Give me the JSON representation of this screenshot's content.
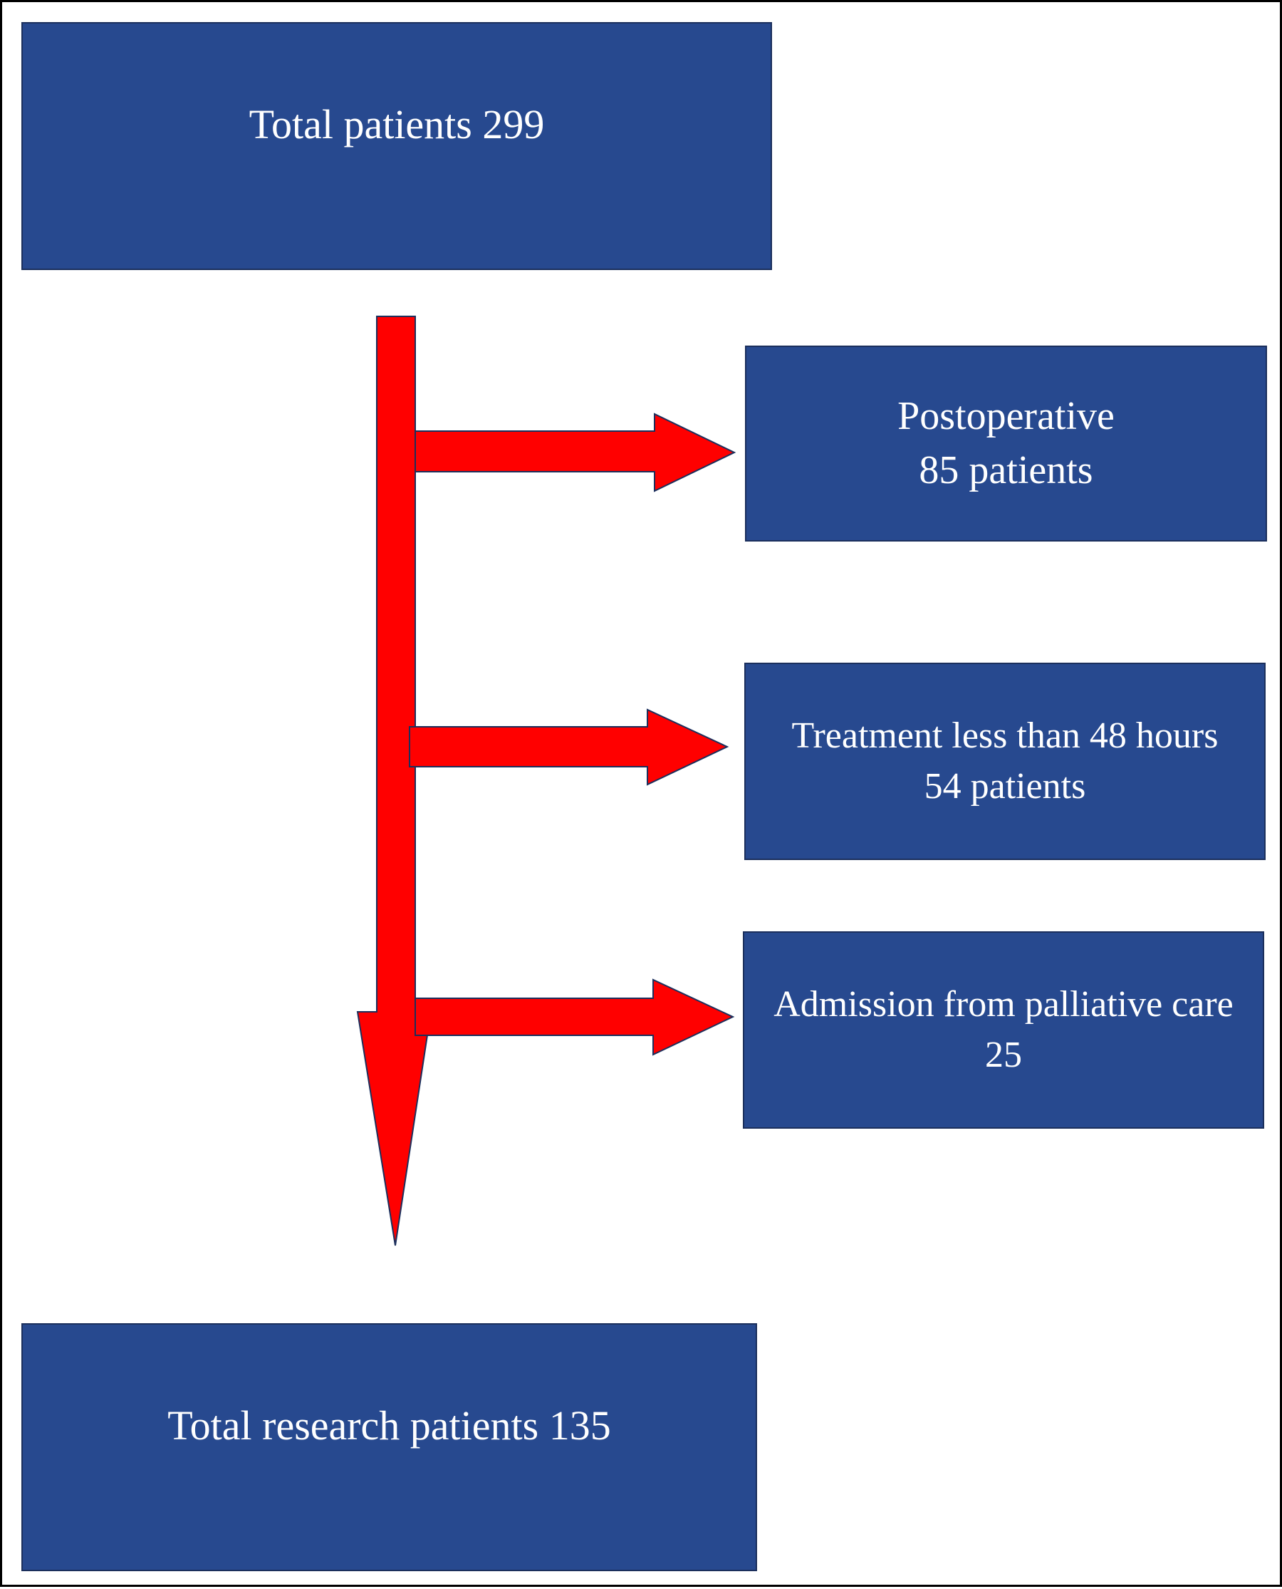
{
  "colors": {
    "box_fill": "#27498f",
    "arrow_fill": "#ff0000"
  },
  "boxes": {
    "total": {
      "text": "Total patients 299"
    },
    "postoperative": {
      "line1": "Postoperative",
      "line2": "85 patients"
    },
    "treatment": {
      "line1": "Treatment less than 48 hours",
      "line2": "54 patients"
    },
    "admission": {
      "line1": "Admission from palliative care",
      "line2": "25"
    },
    "research": {
      "text": "Total research patients 135"
    }
  }
}
